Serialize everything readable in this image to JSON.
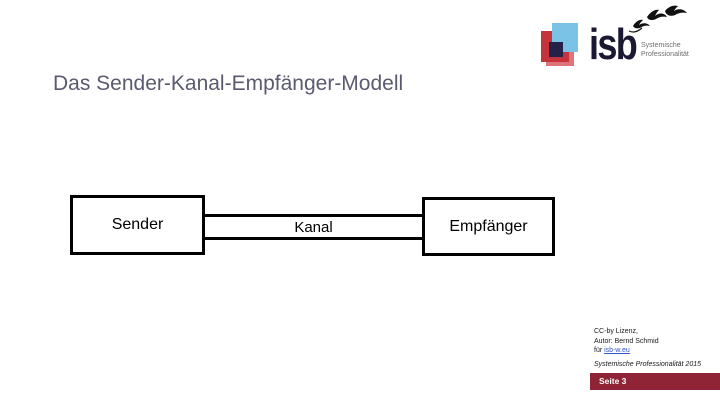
{
  "title": "Das Sender-Kanal-Empfänger-Modell",
  "logo": {
    "brand": "isb",
    "tagline_line1": "Systemische",
    "tagline_line2": "Professionalität",
    "icons": [
      "birds-icon",
      "logo-squares"
    ],
    "colors": {
      "blue": "#7ac2e6",
      "red": "#c5333d",
      "pink": "#e0737a",
      "navy": "#252147",
      "text": "#1b1834"
    }
  },
  "diagram": {
    "sender_label": "Sender",
    "channel_label": "Kanal",
    "receiver_label": "Empfänger"
  },
  "footer": {
    "license_line1": "CC-by Lizenz,",
    "license_line2": "Autor: Bernd Schmid",
    "license_line3_prefix": "für ",
    "license_link": "isb-w.eu",
    "tagline": "Systemische Professionalität 2015",
    "page_label": "Seite 3"
  },
  "colors": {
    "title": "#5a5a70",
    "page_bar": "#8e2435",
    "link": "#2f55cb",
    "diagram": "#000000"
  }
}
